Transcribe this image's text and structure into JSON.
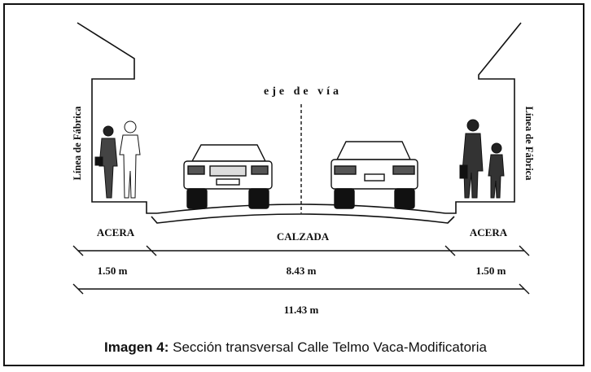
{
  "diagram": {
    "axis_label": "eje de vía",
    "facade_left": "Línea de Fábrica",
    "facade_right": "Línea de Fábrica",
    "sections": {
      "left": "ACERA",
      "center": "CALZADA",
      "right": "ACERA"
    },
    "dimensions": {
      "left": "1.50 m",
      "center": "8.43 m",
      "right": "1.50 m",
      "total": "11.43 m"
    }
  },
  "caption": {
    "label": "Imagen 4:",
    "text": " Sección transversal Calle Telmo Vaca-Modificatoria"
  }
}
